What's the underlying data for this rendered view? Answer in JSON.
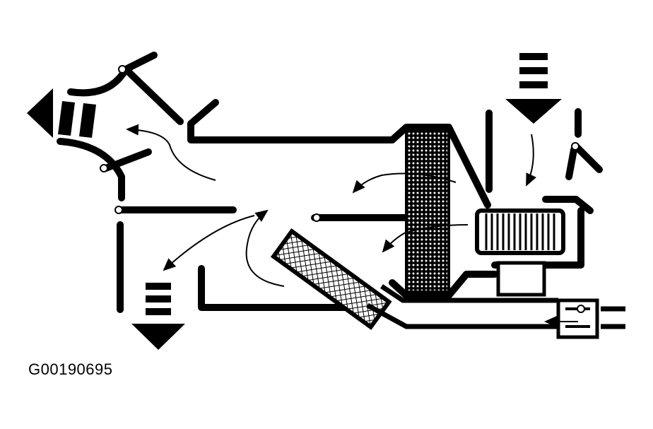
{
  "figure": {
    "id_label": "G00190695",
    "colors": {
      "ink": "#000000",
      "paper": "#ffffff"
    },
    "components": [
      {
        "name": "evaporator-core",
        "icon": "grid-hatched-block"
      },
      {
        "name": "heater-core",
        "icon": "cross-hatched-block"
      },
      {
        "name": "blower-motor",
        "icon": "vertical-striped-block"
      },
      {
        "name": "heater-hose-valve",
        "icon": "inline-valve"
      },
      {
        "name": "mode-door",
        "icon": "pivot-door"
      },
      {
        "name": "blend-door",
        "icon": "pivot-door"
      },
      {
        "name": "recirc-door",
        "icon": "pivot-door"
      },
      {
        "name": "defrost-outlet",
        "icon": "bar-arrow-left"
      },
      {
        "name": "floor-outlet",
        "icon": "bar-arrow-down"
      },
      {
        "name": "fresh-air-inlet",
        "icon": "bar-arrow-down"
      }
    ]
  }
}
